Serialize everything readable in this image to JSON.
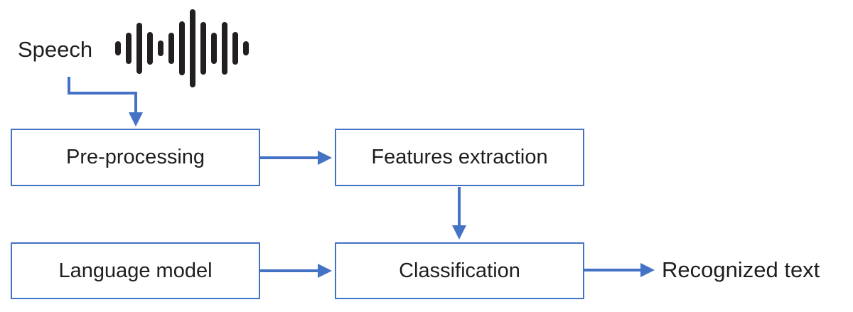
{
  "diagram": {
    "type": "flowchart",
    "labels": {
      "speech": "Speech",
      "recognized_text": "Recognized text"
    },
    "nodes": {
      "pre_processing": "Pre-processing",
      "features_extraction": "Features extraction",
      "language_model": "Language model",
      "classification": "Classification"
    },
    "edges": [
      {
        "from": "speech",
        "to": "pre_processing"
      },
      {
        "from": "pre_processing",
        "to": "features_extraction"
      },
      {
        "from": "features_extraction",
        "to": "classification"
      },
      {
        "from": "language_model",
        "to": "classification"
      },
      {
        "from": "classification",
        "to": "recognized_text"
      }
    ],
    "colors": {
      "accent_blue": "#4472C4",
      "text": "#1e1e1e",
      "waveform_icon": "#231F20",
      "background": "#FFFFFF"
    },
    "icons": {
      "waveform": {
        "name": "audio-waveform-icon",
        "bar_heights": [
          20,
          44,
          72,
          46,
          22,
          44,
          76,
          110,
          74,
          44,
          74,
          46,
          20
        ]
      }
    }
  }
}
